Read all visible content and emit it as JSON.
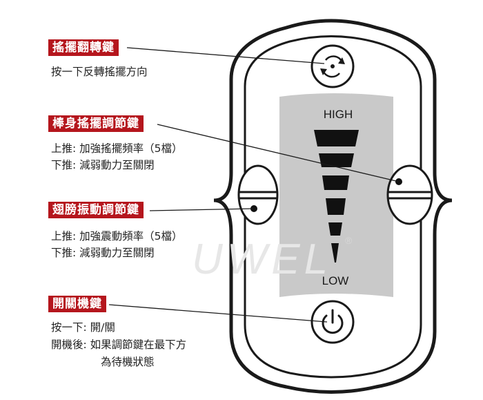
{
  "callouts": [
    {
      "title": "搖擺翻轉鍵",
      "lines": [
        "按一下反轉搖擺方向"
      ]
    },
    {
      "title": "棒身搖擺調節鍵",
      "lines": [
        "上推: 加強搖擺頻率（5檔）",
        "下推: 減弱動力至關閉"
      ]
    },
    {
      "title": "翅膀振動調節鍵",
      "lines": [
        "上推: 加強震動頻率（5檔）",
        "下推: 減弱動力至關閉"
      ]
    },
    {
      "title": "開關機鍵",
      "lines": [
        "按一下: 開/關",
        "開機後: 如果調節鍵在最下方",
        "為待機狀態"
      ]
    }
  ],
  "screen": {
    "high_label": "HIGH",
    "low_label": "LOW",
    "levels": 5
  },
  "watermark": {
    "text": "UWEL",
    "mark": "®"
  },
  "colors": {
    "label_bg": "#b5161d",
    "screen_bg": "#c9c9c9",
    "outline": "#1a1a1a"
  },
  "icons": [
    "rotate-icon",
    "power-icon"
  ]
}
